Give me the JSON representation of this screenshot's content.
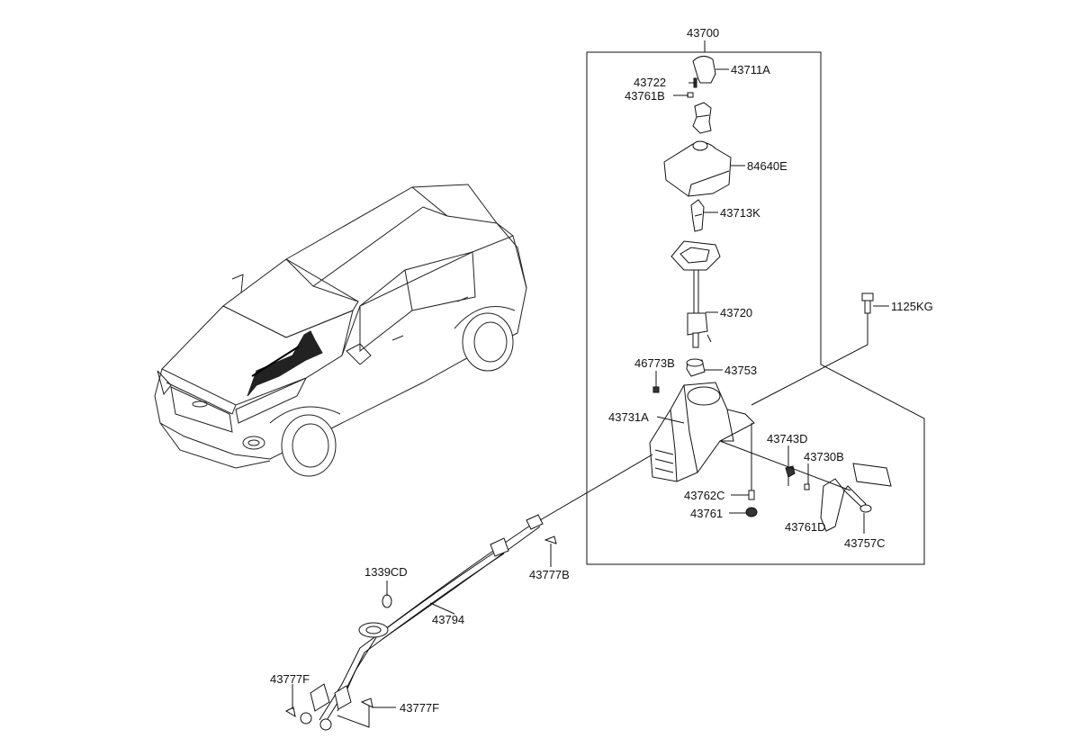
{
  "labels": {
    "43700": "43700",
    "43711A": "43711A",
    "43722": "43722",
    "43761B": "43761B",
    "84640E": "84640E",
    "43713K": "43713K",
    "43720": "43720",
    "1125KG": "1125KG",
    "46773B": "46773B",
    "43753": "43753",
    "43731A": "43731A",
    "43743D": "43743D",
    "43730B": "43730B",
    "43762C": "43762C",
    "43761": "43761",
    "43761D": "43761D",
    "43757C": "43757C",
    "43777B": "43777B",
    "1339CD": "1339CD",
    "43794": "43794",
    "43777F_left": "43777F",
    "43777F_right": "43777F"
  }
}
